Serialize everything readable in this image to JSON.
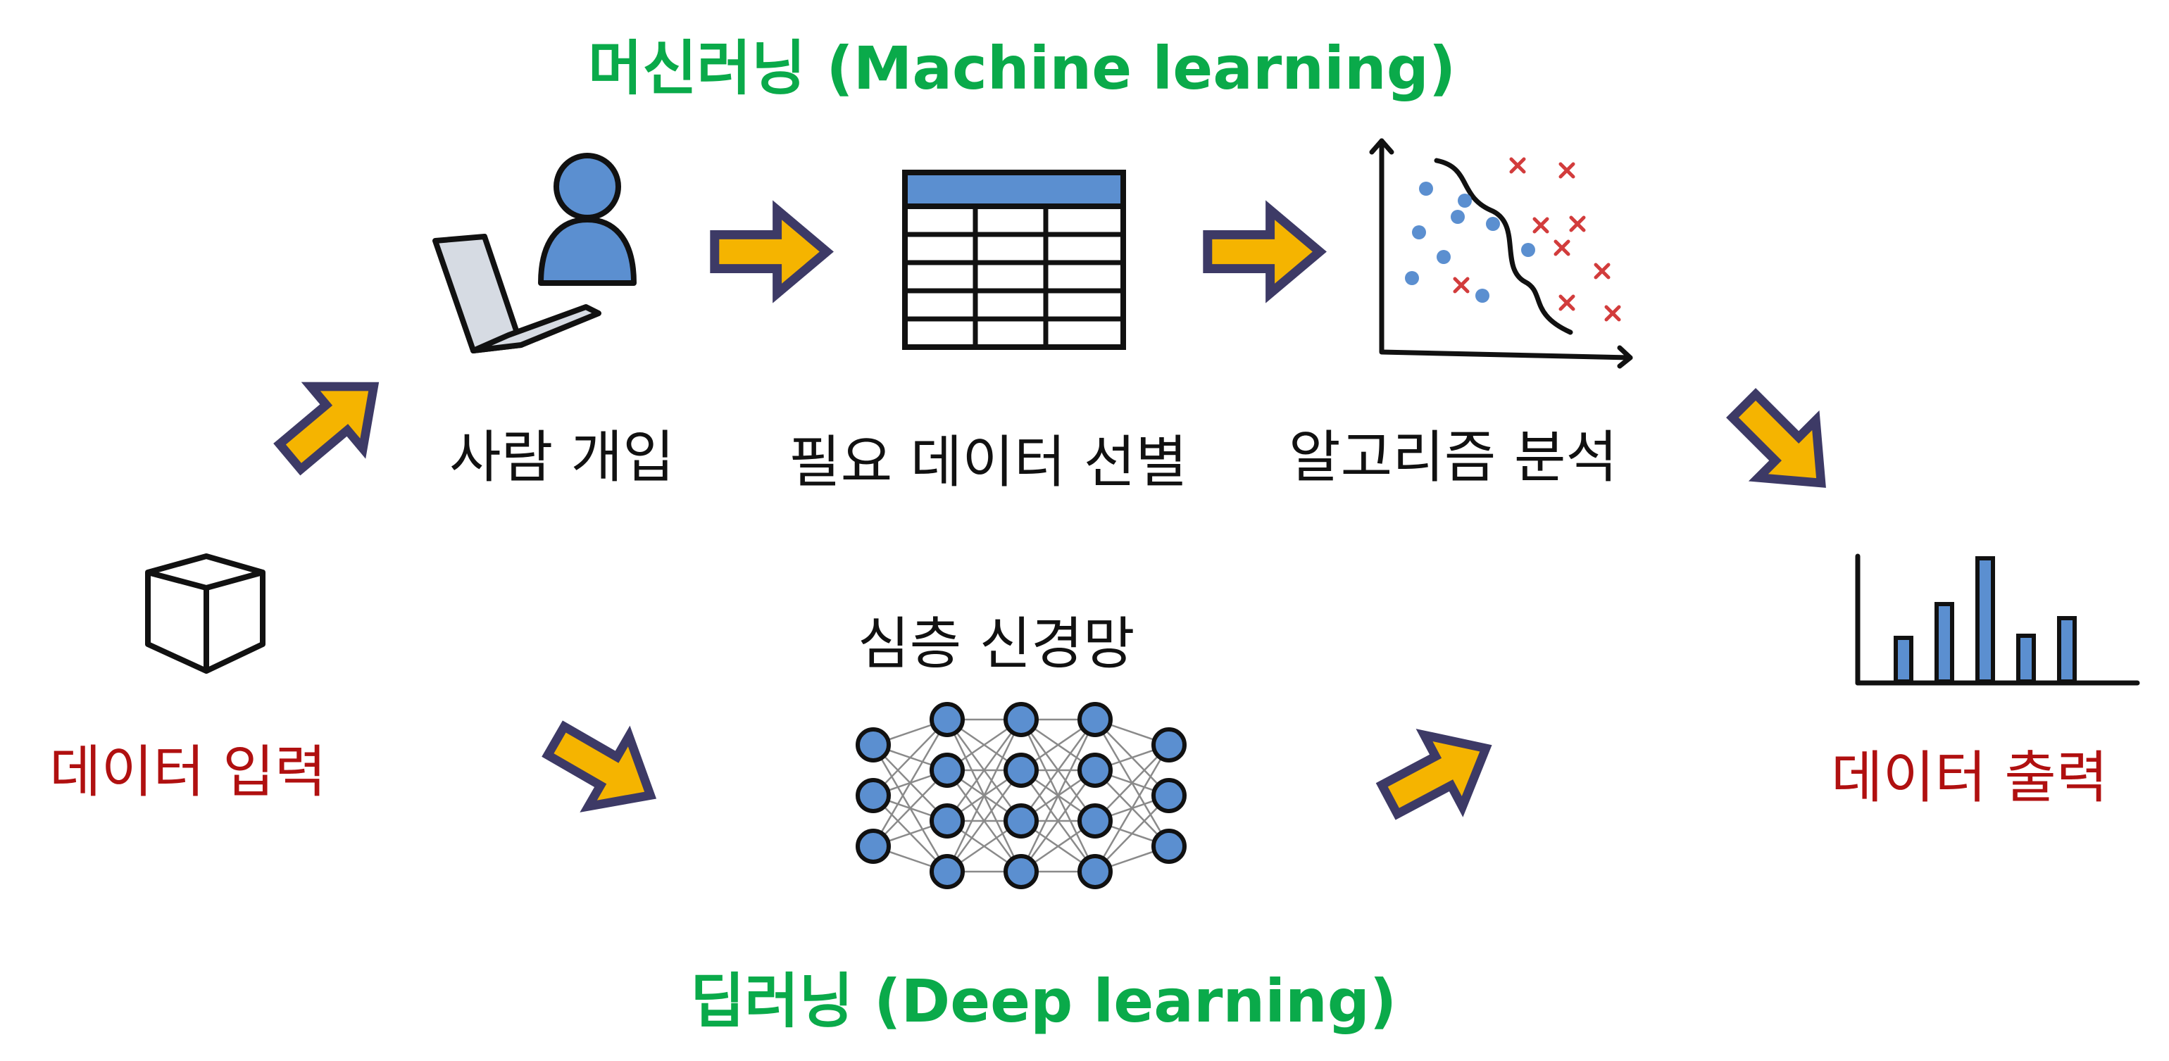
{
  "colors": {
    "title_green": "#0aaa4a",
    "io_red": "#b01010",
    "step_text": "#111111",
    "arrow_fill": "#f5b400",
    "arrow_outline": "#3d3a66",
    "icon_blue": "#5b8fd0",
    "icon_outline": "#111111"
  },
  "machine_learning": {
    "title": "머신러닝 (Machine learning)",
    "steps": [
      {
        "label": "사람 개입",
        "icon": "person-laptop-icon"
      },
      {
        "label": "필요 데이터 선별",
        "icon": "data-table-icon"
      },
      {
        "label": "알고리즘 분석",
        "icon": "scatter-classification-icon"
      }
    ]
  },
  "deep_learning": {
    "title": "딥러닝 (Deep learning)",
    "network_label": "심층 신경망",
    "network_icon": "neural-network-icon",
    "layers": [
      3,
      4,
      4,
      4,
      3
    ]
  },
  "input": {
    "label": "데이터 입력",
    "icon": "cube-icon"
  },
  "output": {
    "label": "데이터 출력",
    "icon": "bar-chart-icon"
  }
}
